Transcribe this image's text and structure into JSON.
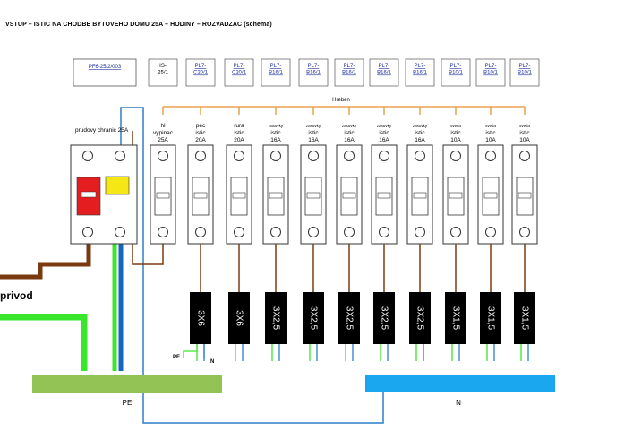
{
  "title": "VSTUP – ISTIC NA CHODBE BYTOVEHO DOMU 25A – HODINY – ROZVADZAC (schema)",
  "labels": {
    "top_left": "PF6-25/2/003",
    "rcd": "prudovy chranic 25A",
    "busbar": "Hreben",
    "privod": "privod",
    "pe_small": "PE",
    "n_small": "N",
    "pe_bar": "PE",
    "n_bar": "N"
  },
  "colors": {
    "brown": "#7a3a10",
    "blue": "#1565c0",
    "green": "#39e62b",
    "pe_bar": "#93c354",
    "n_bar": "#1aa7ef",
    "busbar": "#e8a24e",
    "rcd_red": "#e41e20",
    "rcd_yellow": "#f5e616"
  },
  "breakers": [
    {
      "code": [
        "IS-",
        "25/1"
      ],
      "code_link": false,
      "label": [
        "hl",
        "vypinac",
        "25A"
      ],
      "cable": ""
    },
    {
      "code": [
        "PL7-",
        "C20/1"
      ],
      "code_link": true,
      "label": [
        "pec",
        "istic",
        "20A"
      ],
      "cable": "3X6"
    },
    {
      "code": [
        "PL7-",
        "C20/1"
      ],
      "code_link": true,
      "label": [
        "rura",
        "istic",
        "20A"
      ],
      "cable": "3X6"
    },
    {
      "code": [
        "PL7-",
        "B16/1"
      ],
      "code_link": true,
      "label": [
        "zasuvky",
        "istic",
        "16A"
      ],
      "cable": "3X2,5"
    },
    {
      "code": [
        "PL7-",
        "B16/1"
      ],
      "code_link": true,
      "label": [
        "zasuvky",
        "istic",
        "16A"
      ],
      "cable": "3X2,5"
    },
    {
      "code": [
        "PL7-",
        "B16/1"
      ],
      "code_link": true,
      "label": [
        "zasuvky",
        "istic",
        "16A"
      ],
      "cable": "3X2,5"
    },
    {
      "code": [
        "PL7-",
        "B16/1"
      ],
      "code_link": true,
      "label": [
        "zasuvky",
        "istic",
        "16A"
      ],
      "cable": "3X2,5"
    },
    {
      "code": [
        "PL7-",
        "B16/1"
      ],
      "code_link": true,
      "label": [
        "zasuvky",
        "istic",
        "16A"
      ],
      "cable": "3X2,5"
    },
    {
      "code": [
        "PL7-",
        "B10/1"
      ],
      "code_link": true,
      "label": [
        "svetla",
        "istic",
        "10A"
      ],
      "cable": "3X1,5"
    },
    {
      "code": [
        "PL7-",
        "B10/1"
      ],
      "code_link": true,
      "label": [
        "svetla",
        "istic",
        "10A"
      ],
      "cable": "3X1,5"
    },
    {
      "code": [
        "PL7-",
        "B10/1"
      ],
      "code_link": true,
      "label": [
        "svetla",
        "istic",
        "10A"
      ],
      "cable": "3X1,5"
    }
  ]
}
